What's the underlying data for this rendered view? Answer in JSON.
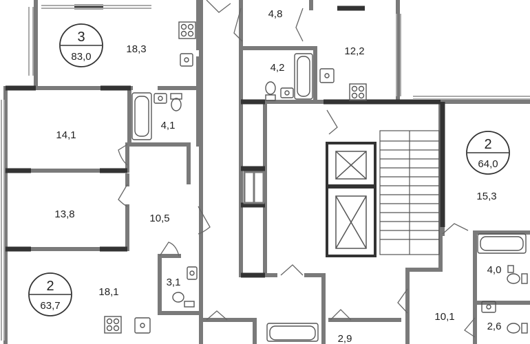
{
  "colors": {
    "wall": "#7a7a7a",
    "wall_dark": "#333333",
    "window": "#aaaaaa",
    "fixture": "#555555",
    "door": "#666666",
    "text": "#222222"
  },
  "rooms": {
    "r_top_left": "18,3",
    "r_top_small": "4,8",
    "r_bath_top": "4,2",
    "r_kitchen_top": "12,2",
    "r_left_upper": "14,1",
    "r_bath_left": "4,1",
    "r_left_mid": "13,8",
    "r_hall_left": "10,5",
    "r_left_low": "18,1",
    "r_wc_left": "3,1",
    "r_right_room": "15,3",
    "r_bath_right": "4,0",
    "r_hall_right": "10,1",
    "r_wc_right": "2,6",
    "r_bottom_small": "2,9"
  },
  "apartments": {
    "apt_a": {
      "rooms": "3",
      "area": "83,0"
    },
    "apt_b": {
      "rooms": "2",
      "area": "64,0"
    },
    "apt_c": {
      "rooms": "2",
      "area": "63,7"
    }
  },
  "icons": [
    "stove-icon",
    "sink-icon",
    "bathtub-icon",
    "toilet-icon",
    "elevator-icon",
    "stairs-icon",
    "door-swing-icon"
  ]
}
